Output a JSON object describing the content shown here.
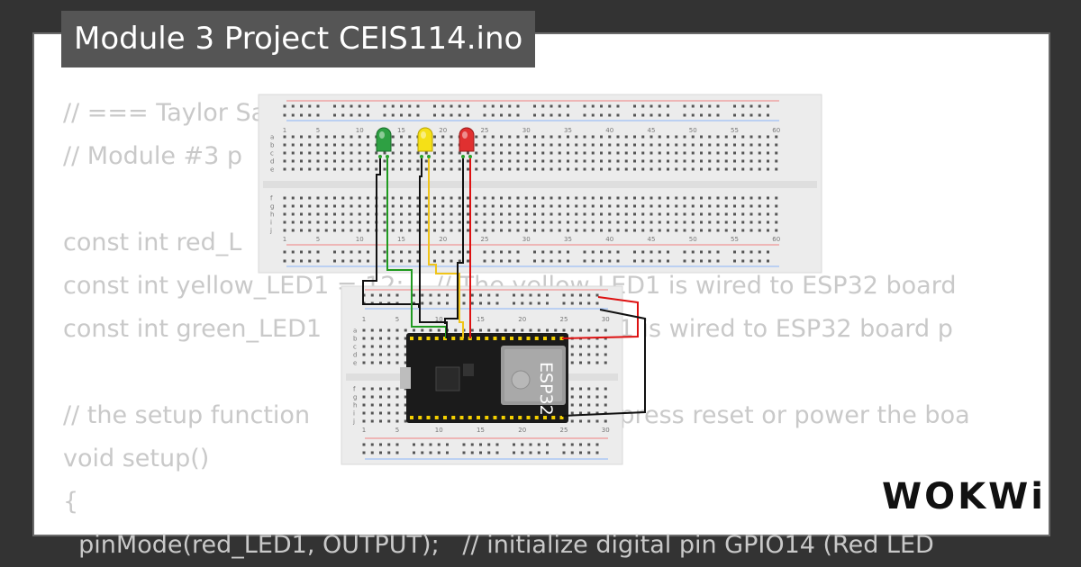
{
  "title": "Module 3 Project CEIS114.ino",
  "code_lines": [
    "// === Taylor Sa",
    "// Module #3 p",
    "",
    "const int red_L                                              32 board pin G",
    "const int yellow_LED1 = 12;    // The yellow LED1 is wired to ESP32 board",
    "const int green_LED1                                  ED1 is wired to ESP32 board p",
    "",
    "// the setup function                                        press reset or power the boa",
    "void setup()",
    "{",
    "  pinMode(red_LED1, OUTPUT);   // initialize digital pin GPIO14 (Red LED"
  ],
  "brand": "WOKWi",
  "breadboard_top": {
    "column_labels": [
      "1",
      "5",
      "10",
      "15",
      "20",
      "25",
      "30",
      "35",
      "40",
      "45",
      "50",
      "55",
      "60"
    ],
    "row_labels_left": [
      "a",
      "b",
      "c",
      "d",
      "e"
    ],
    "row_labels_right": [
      "f",
      "g",
      "h",
      "i",
      "j"
    ]
  },
  "breadboard_bottom": {
    "column_labels": [
      "1",
      "5",
      "10",
      "15",
      "20",
      "25",
      "30"
    ],
    "row_labels_left": [
      "a",
      "b",
      "c",
      "d",
      "e"
    ],
    "row_labels_right": [
      "f",
      "g",
      "h",
      "i",
      "j"
    ]
  },
  "leds": [
    {
      "color_name": "green",
      "color": "#2ea043"
    },
    {
      "color_name": "yellow",
      "color": "#f5e017"
    },
    {
      "color_name": "red",
      "color": "#e03030"
    }
  ],
  "esp32": {
    "label": "ESP32"
  },
  "colors": {
    "background": "#333333",
    "card": "#ffffff",
    "title_bar": "#555555",
    "wire_black": "#111111",
    "wire_green": "#1f9a1f",
    "wire_yellow": "#f0c419",
    "wire_red": "#dd1111",
    "breadboard": "#ececec"
  }
}
